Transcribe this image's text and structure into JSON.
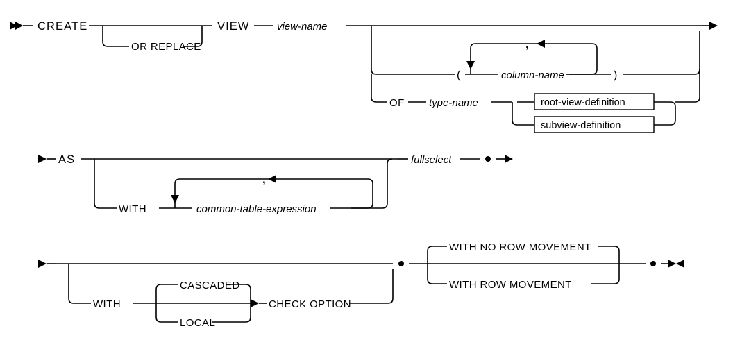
{
  "diagram": {
    "type": "railroad-syntax-diagram",
    "statement": "CREATE VIEW",
    "line_color": "#000000",
    "background_color": "#ffffff",
    "rows": [
      {
        "id": "row-1",
        "start_marker": "double-arrow-right",
        "end_marker": "arrow-right",
        "items": [
          "CREATE",
          "OR REPLACE",
          "VIEW",
          "view-name",
          "(",
          "column-name",
          ",",
          ")",
          "OF",
          "type-name",
          "root-view-definition",
          "subview-definition"
        ]
      },
      {
        "id": "row-2",
        "start_marker": "arrow-right",
        "end_marker": "continuation-dot-arrow",
        "items": [
          "AS",
          "WITH",
          "common-table-expression",
          ",",
          "fullselect"
        ]
      },
      {
        "id": "row-3",
        "start_marker": "arrow-right",
        "end_marker": "bowtie-end",
        "items": [
          "WITH",
          "CASCADED",
          "LOCAL",
          "CHECK OPTION",
          "WITH NO ROW MOVEMENT",
          "WITH ROW MOVEMENT"
        ]
      }
    ]
  },
  "labels": {
    "create": "CREATE",
    "or_replace": "OR REPLACE",
    "view": "VIEW",
    "view_name": "view-name",
    "paren_open": "(",
    "paren_close": ")",
    "comma": ",",
    "column_name": "column-name",
    "of": "OF",
    "type_name": "type-name",
    "root_view_definition": "root-view-definition",
    "subview_definition": "subview-definition",
    "as": "AS",
    "with": "WITH",
    "common_table_expression": "common-table-expression",
    "fullselect": "fullselect",
    "with3": "WITH",
    "cascaded": "CASCADED",
    "local": "LOCAL",
    "check_option": "CHECK OPTION",
    "with_no_row_movement": "WITH NO ROW MOVEMENT",
    "with_row_movement": "WITH ROW MOVEMENT"
  }
}
